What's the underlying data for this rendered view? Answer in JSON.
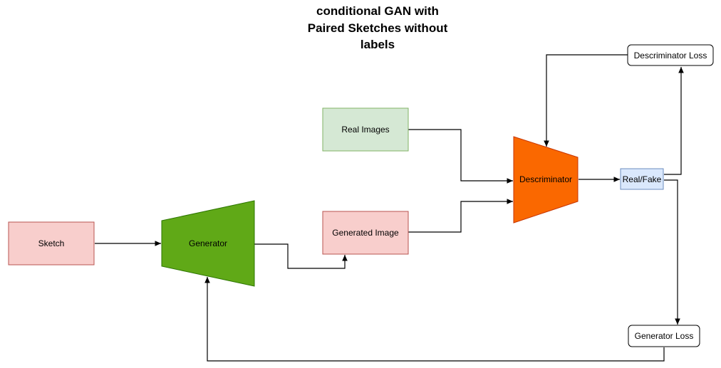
{
  "title": {
    "line1": "conditional GAN with",
    "line2": "Paired Sketches without",
    "line3": "labels"
  },
  "nodes": {
    "sketch": {
      "label": "Sketch",
      "fill": "#f8cecc",
      "stroke": "#b85450"
    },
    "generator": {
      "label": "Generator",
      "fill": "#60a917",
      "stroke": "#2d7600"
    },
    "generated_image": {
      "label": "Generated Image",
      "fill": "#f8cecc",
      "stroke": "#b85450"
    },
    "real_images": {
      "label": "Real Images",
      "fill": "#d5e8d4",
      "stroke": "#82b366"
    },
    "discriminator": {
      "label": "Descriminator",
      "fill": "#fa6800",
      "stroke": "#c73500"
    },
    "real_fake": {
      "label": "Real/Fake",
      "fill": "#dae8fc",
      "stroke": "#6c8ebf"
    },
    "discriminator_loss": {
      "label": "Descriminator Loss",
      "fill": "#ffffff",
      "stroke": "#000000"
    },
    "generator_loss": {
      "label": "Generator Loss",
      "fill": "#ffffff",
      "stroke": "#000000"
    }
  }
}
